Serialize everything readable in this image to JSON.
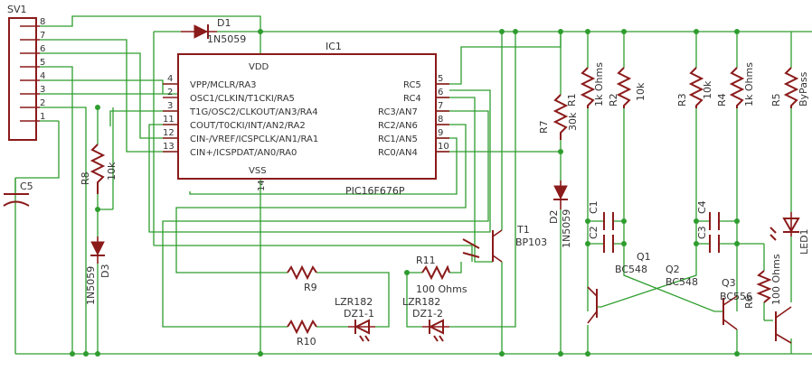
{
  "header": {
    "connector": "SV1"
  },
  "ic": {
    "name": "IC1",
    "value": "PIC16F676P",
    "vdd": "VDD",
    "vss": "VSS",
    "pin14": "14",
    "left_pins": [
      {
        "num": "4",
        "label": "VPP/MCLR/RA3"
      },
      {
        "num": "2",
        "label": "OSC1/CLKIN/T1CKI/RA5"
      },
      {
        "num": "3",
        "label": "T1G/OSC2/CLKOUT/AN3/RA4"
      },
      {
        "num": "11",
        "label": "COUT/T0CKI/INT/AN2/RA2"
      },
      {
        "num": "12",
        "label": "CIN-/VREF/ICSPCLK/AN1/RA1"
      },
      {
        "num": "13",
        "label": "CIN+/ICSPDAT/AN0/RA0"
      }
    ],
    "right_pins": [
      {
        "num": "5",
        "label": "RC5"
      },
      {
        "num": "6",
        "label": "RC4"
      },
      {
        "num": "7",
        "label": "RC3/AN7"
      },
      {
        "num": "8",
        "label": "RC2/AN6"
      },
      {
        "num": "9",
        "label": "RC1/AN5"
      },
      {
        "num": "10",
        "label": "RC0/AN4"
      }
    ]
  },
  "header_pins": [
    "8",
    "7",
    "6",
    "5",
    "4",
    "3",
    "2",
    "1"
  ],
  "components": {
    "C5": "C5",
    "D1": "D1",
    "D1_val": "1N5059",
    "R8": "R8",
    "R8_val": "10k",
    "D3": "D3",
    "D3_val": "1N5059",
    "R9": "R9",
    "R10": "R10",
    "DZ11": "DZ1-1",
    "DZ11_val": "LZR182",
    "DZ12": "DZ1-2",
    "DZ12_val": "LZR182",
    "R11": "R11",
    "R11_val": "100 Ohms",
    "T1": "T1",
    "T1_val": "BP103",
    "R7": "R7",
    "R7_val": "30k",
    "D2": "D2",
    "D2_val": "1N5059",
    "R1": "R1",
    "R1_val": "1k Ohms",
    "R2": "R2",
    "R2_val": "10k",
    "R3": "R3",
    "R3_val": "10k",
    "R4": "R4",
    "R4_val": "1k Ohms",
    "R5": "R5",
    "R5_val": "ByPass",
    "C1": "C1",
    "C2": "C2",
    "C3": "C3",
    "C4": "C4",
    "Q1": "Q1",
    "Q1_val": "BC548",
    "Q2": "Q2",
    "Q2_val": "BC548",
    "Q3": "Q3",
    "Q3_val": "BC556",
    "R6": "R6",
    "R6_val": "100 Ohms",
    "LED1": "LED1"
  },
  "colors": {
    "wire": "#2e9d2e",
    "part": "#8b1a1a",
    "text": "#333333"
  }
}
